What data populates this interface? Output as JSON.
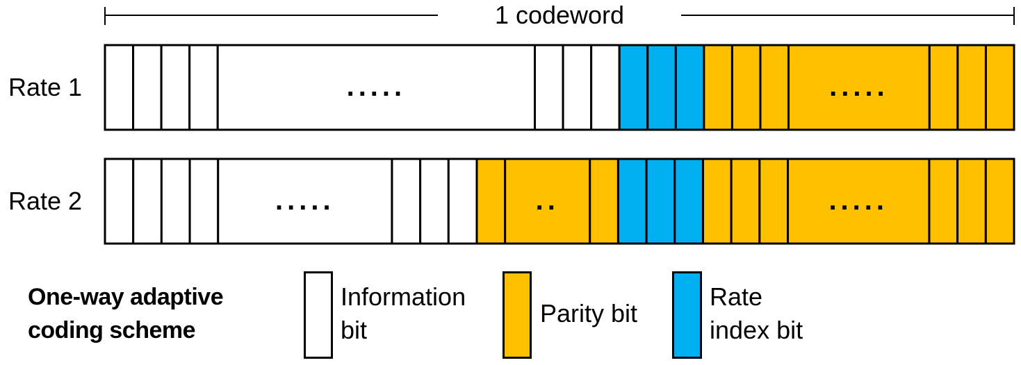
{
  "codeword_label": "1 codeword",
  "colors": {
    "information": "#ffffff",
    "parity": "#FFC000",
    "rate_index": "#00B0F0",
    "stroke": "#000000"
  },
  "rows": [
    {
      "label": "Rate 1",
      "cells": [
        {
          "type": "information",
          "w": 1
        },
        {
          "type": "information",
          "w": 1
        },
        {
          "type": "information",
          "w": 1
        },
        {
          "type": "information",
          "w": 1
        },
        {
          "type": "information",
          "w": 11.25,
          "ellipsis": "....."
        },
        {
          "type": "information",
          "w": 1
        },
        {
          "type": "information",
          "w": 1
        },
        {
          "type": "information",
          "w": 1
        },
        {
          "type": "rate_index",
          "w": 1
        },
        {
          "type": "rate_index",
          "w": 1
        },
        {
          "type": "rate_index",
          "w": 1
        },
        {
          "type": "parity",
          "w": 1
        },
        {
          "type": "parity",
          "w": 1
        },
        {
          "type": "parity",
          "w": 1
        },
        {
          "type": "parity",
          "w": 5,
          "ellipsis": "....."
        },
        {
          "type": "parity",
          "w": 1
        },
        {
          "type": "parity",
          "w": 1
        },
        {
          "type": "parity",
          "w": 1
        }
      ]
    },
    {
      "label": "Rate 2",
      "cells": [
        {
          "type": "information",
          "w": 1
        },
        {
          "type": "information",
          "w": 1
        },
        {
          "type": "information",
          "w": 1
        },
        {
          "type": "information",
          "w": 1
        },
        {
          "type": "information",
          "w": 6.15,
          "ellipsis": "....."
        },
        {
          "type": "information",
          "w": 1
        },
        {
          "type": "information",
          "w": 1
        },
        {
          "type": "information",
          "w": 1
        },
        {
          "type": "parity",
          "w": 1
        },
        {
          "type": "parity",
          "w": 3,
          "ellipsis": ".."
        },
        {
          "type": "parity",
          "w": 1
        },
        {
          "type": "rate_index",
          "w": 1
        },
        {
          "type": "rate_index",
          "w": 1
        },
        {
          "type": "rate_index",
          "w": 1
        },
        {
          "type": "parity",
          "w": 1
        },
        {
          "type": "parity",
          "w": 1
        },
        {
          "type": "parity",
          "w": 1
        },
        {
          "type": "parity",
          "w": 5,
          "ellipsis": "....."
        },
        {
          "type": "parity",
          "w": 1
        },
        {
          "type": "parity",
          "w": 1
        },
        {
          "type": "parity",
          "w": 1
        }
      ]
    }
  ],
  "legend": {
    "scheme_line1": "One-way adaptive",
    "scheme_line2": "coding scheme",
    "information_line1": "Information",
    "information_line2": "bit",
    "parity": "Parity bit",
    "rate_index_line1": "Rate",
    "rate_index_line2": "index bit"
  }
}
